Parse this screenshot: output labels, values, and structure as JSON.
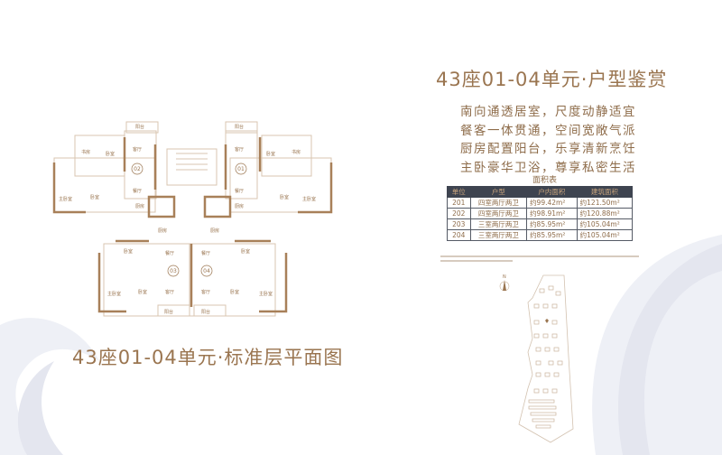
{
  "header": {
    "title": "43座01-04单元·户型鉴赏"
  },
  "slogan": [
    "南向通透居室，尺度动静适宜",
    "餐客一体贯通，空间宽敞气派",
    "厨房配置阳台，乐享清新烹饪",
    "主卧豪华卫浴，尊享私密生活"
  ],
  "area_table": {
    "caption": "面积表",
    "headers": [
      "单位",
      "户型",
      "户内面积",
      "建筑面积"
    ],
    "rows": [
      [
        "201",
        "四室两厅两卫",
        "约99.42m²",
        "约121.50m²"
      ],
      [
        "202",
        "四室两厅两卫",
        "约98.91m²",
        "约120.88m²"
      ],
      [
        "203",
        "三室两厅两卫",
        "约85.95m²",
        "约105.04m²"
      ],
      [
        "204",
        "三室两厅两卫",
        "约85.95m²",
        "约105.04m²"
      ]
    ]
  },
  "floor_plan": {
    "title": "43座01-04单元·标准层平面图",
    "units": [
      "01",
      "02",
      "03",
      "04"
    ],
    "rooms": {
      "balcony": "阳台",
      "study": "书房",
      "bedroom": "卧室",
      "master": "主卧室",
      "living": "客厅",
      "dining": "餐厅",
      "kitchen": "厨房"
    }
  },
  "site_plan": {
    "north": "N"
  },
  "colors": {
    "accent": "#9a7550",
    "table_header": "#3e4450",
    "swirl": "#e9eaf2"
  }
}
